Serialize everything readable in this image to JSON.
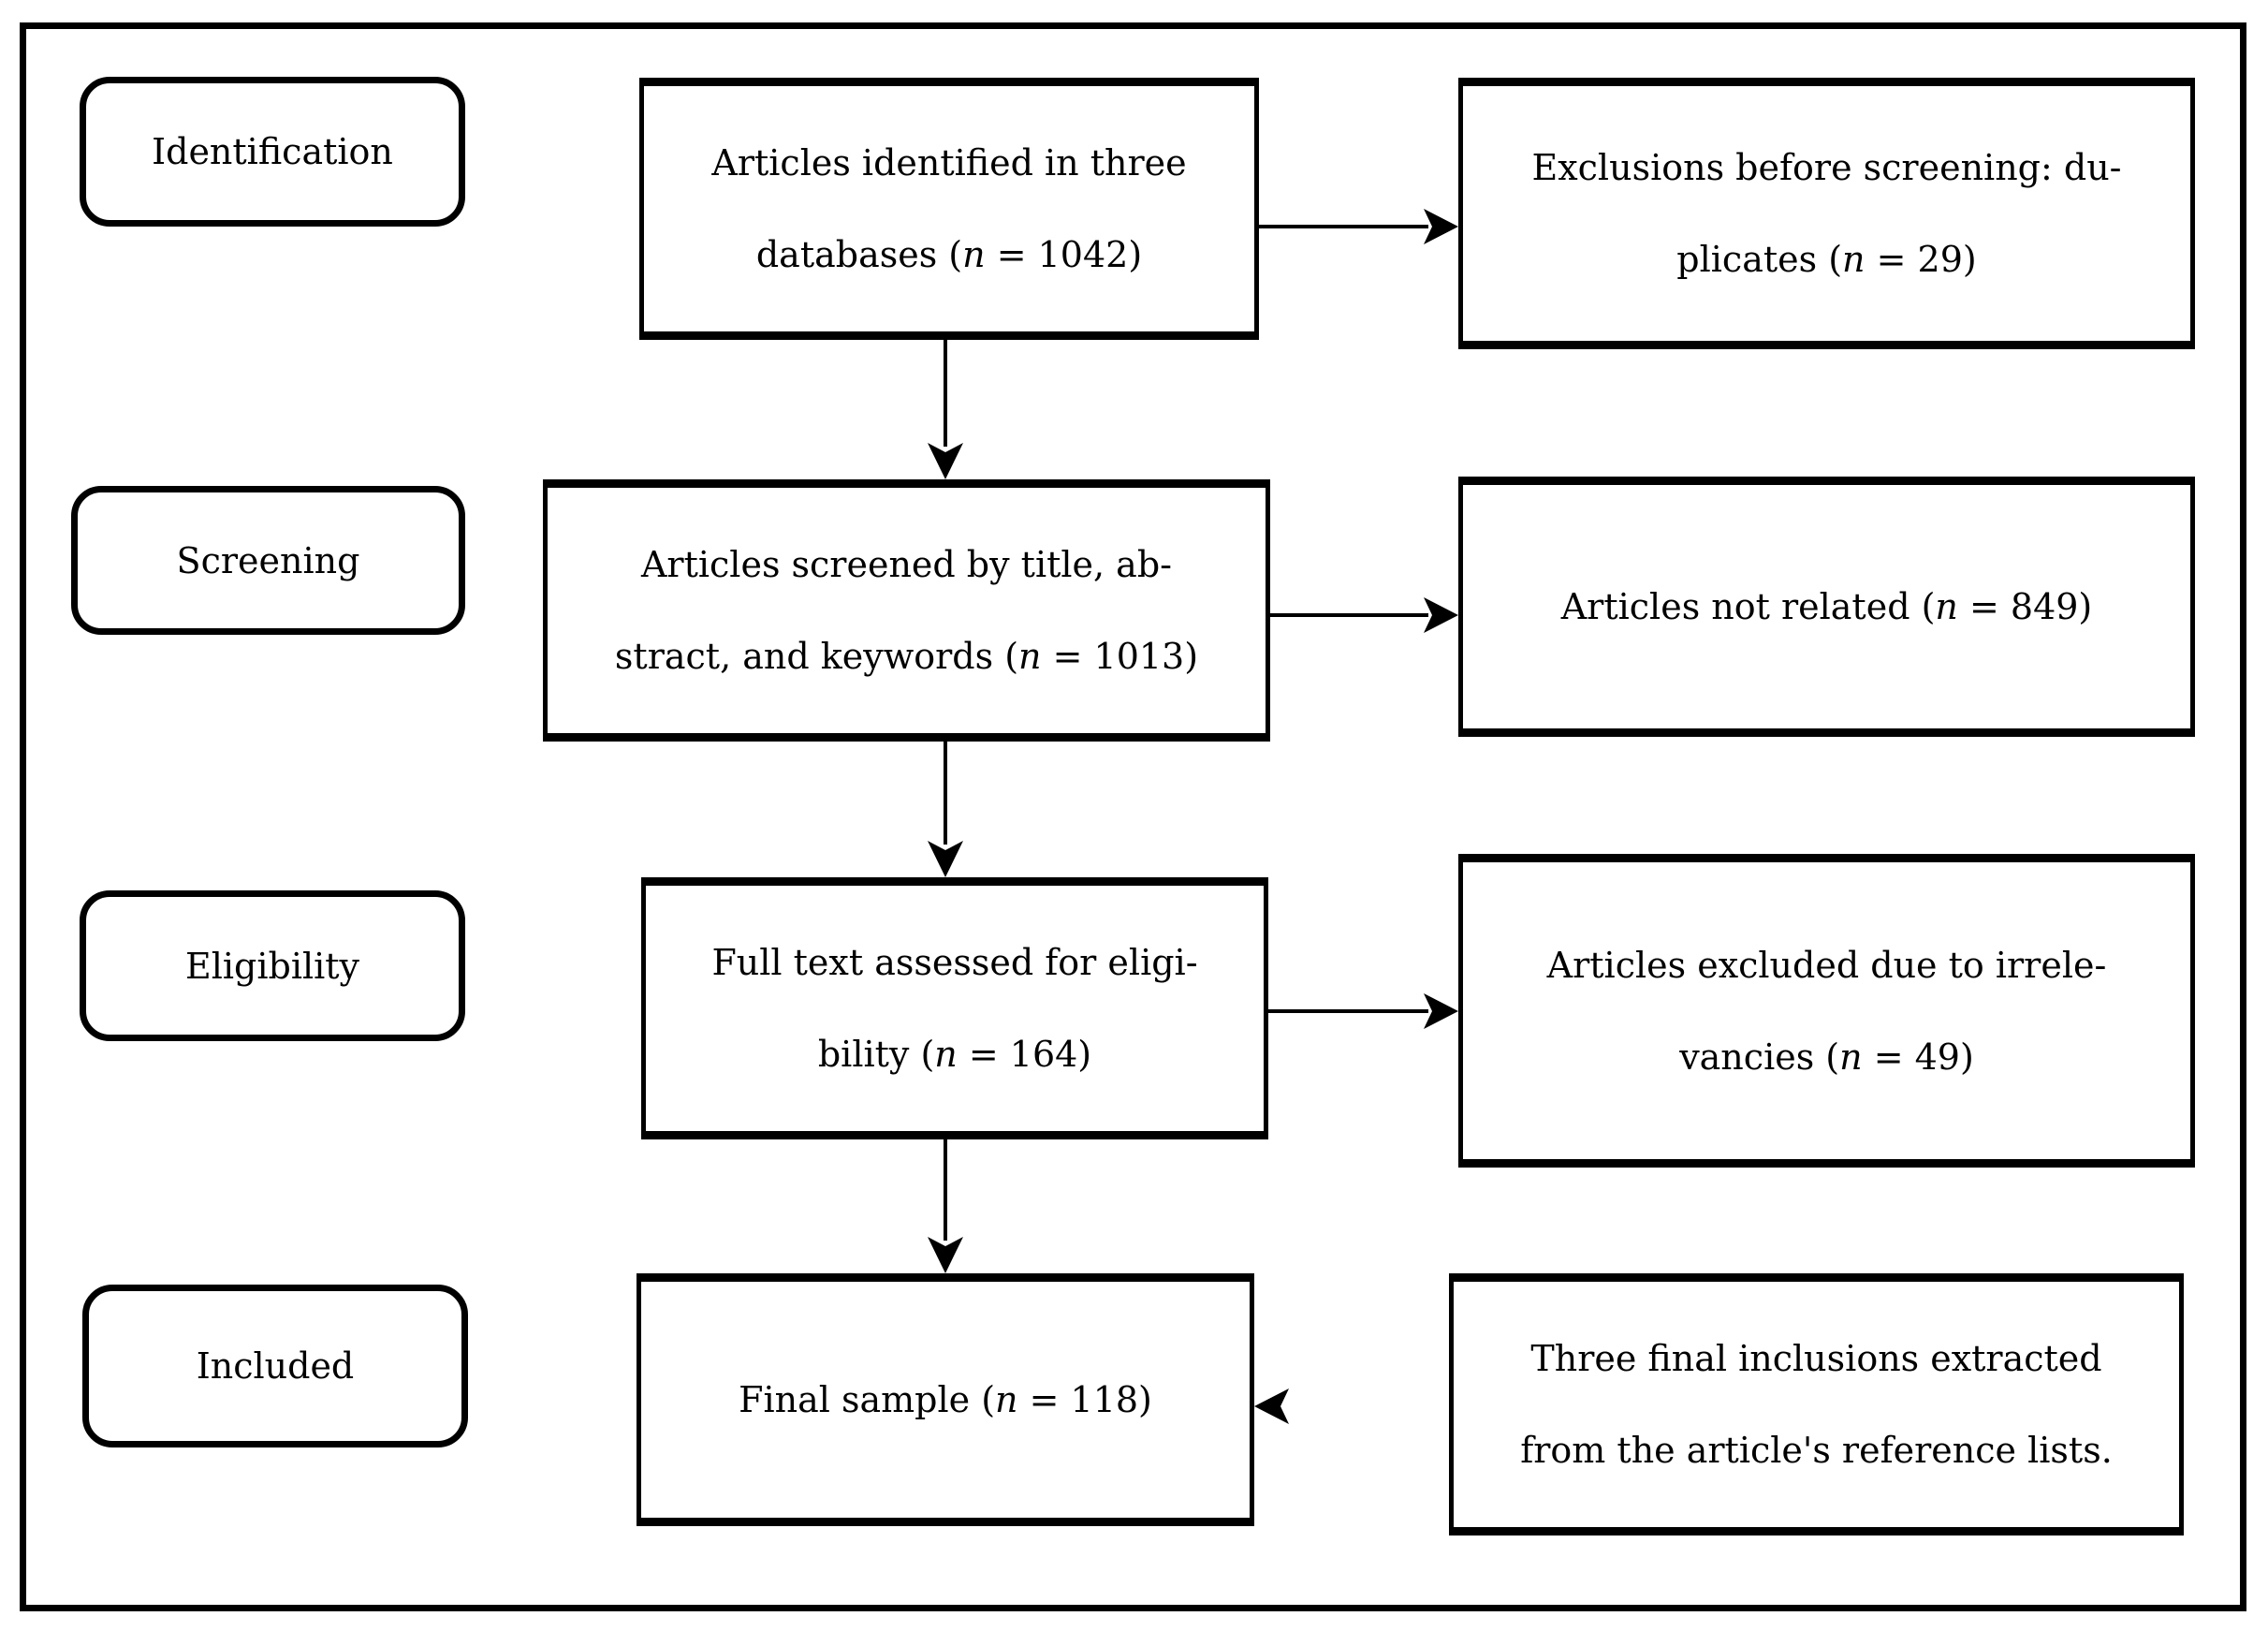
{
  "figure": {
    "stages": [
      {
        "label": "Identification",
        "main": {
          "line1": "Articles identified in three",
          "line2_pre": "databases (",
          "var": "n",
          "line2_post": " = 1042)"
        },
        "side": {
          "line1": "Exclusions before screening: du-",
          "line2_pre": "plicates (",
          "var": "n",
          "line2_post": " = 29)"
        }
      },
      {
        "label": "Screening",
        "main": {
          "line1": "Articles screened by title, ab-",
          "line2_pre": "stract, and keywords (",
          "var": "n",
          "line2_post": " = 1013)"
        },
        "side": {
          "line1_pre": "Articles not related (",
          "var": "n",
          "line1_post": " = 849)"
        }
      },
      {
        "label": "Eligibility",
        "main": {
          "line1": "Full text assessed for eligi-",
          "line2_pre": "bility (",
          "var": "n",
          "line2_post": " = 164)"
        },
        "side": {
          "line1": "Articles excluded due to irrele-",
          "line2_pre": "vancies (",
          "var": "n",
          "line2_post": " = 49)"
        }
      },
      {
        "label": "Included",
        "main": {
          "line1_pre": "Final sample (",
          "var": "n",
          "line1_post": " = 118)"
        },
        "side": {
          "line1": "Three final inclusions extracted",
          "line2": "from the article's reference lists."
        }
      }
    ],
    "counts": {
      "identified": 1042,
      "duplicates_excluded_before_screening": 29,
      "screened_title_abstract_keywords": 1013,
      "not_related": 849,
      "full_text_assessed": 164,
      "excluded_irrelevancies": 49,
      "final_sample": 118,
      "reference_list_inclusions": 3
    },
    "connectors": [
      {
        "from": "main-identification",
        "to": "side-exclusions-duplicates",
        "direction": "right"
      },
      {
        "from": "main-identification",
        "to": "main-screening",
        "direction": "down"
      },
      {
        "from": "main-screening",
        "to": "side-not-related",
        "direction": "right"
      },
      {
        "from": "main-screening",
        "to": "main-eligibility",
        "direction": "down"
      },
      {
        "from": "main-eligibility",
        "to": "side-excluded-irrelevancies",
        "direction": "right"
      },
      {
        "from": "main-eligibility",
        "to": "main-included",
        "direction": "down"
      },
      {
        "from": "side-reference-inclusions",
        "to": "main-included",
        "direction": "left"
      }
    ],
    "colors": {
      "ink": "#000000",
      "background": "#ffffff",
      "left_arrow_shaft_fade": "#969696"
    }
  }
}
